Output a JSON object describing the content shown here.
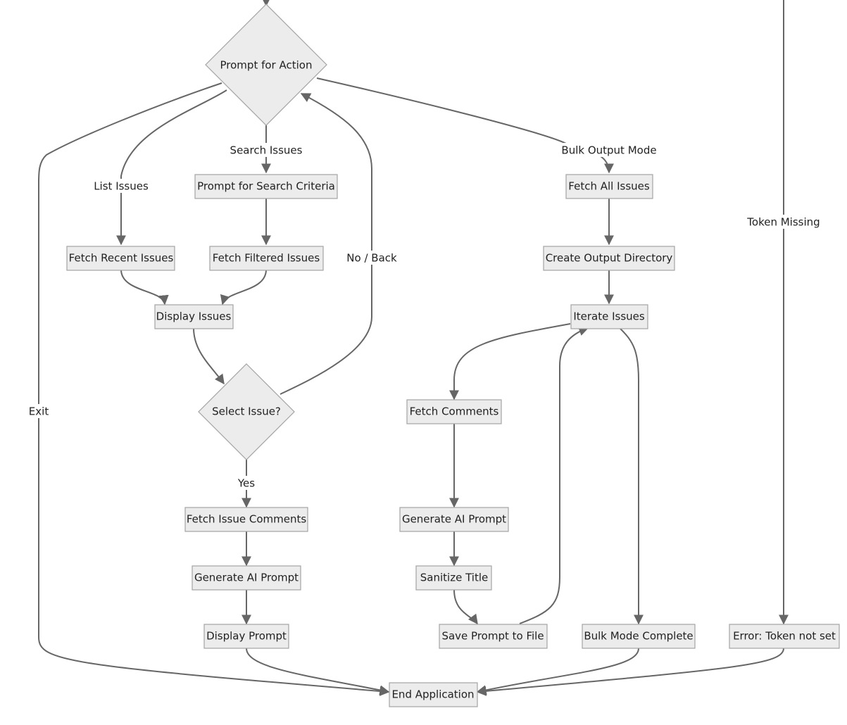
{
  "diagram": {
    "nodes": {
      "prompt_for_action": "Prompt for Action",
      "prompt_search_criteria": "Prompt for Search Criteria",
      "fetch_recent_issues": "Fetch Recent Issues",
      "fetch_filtered_issues": "Fetch Filtered Issues",
      "display_issues": "Display Issues",
      "select_issue": "Select Issue?",
      "fetch_issue_comments": "Fetch Issue Comments",
      "generate_ai_prompt_left": "Generate AI Prompt",
      "display_prompt": "Display Prompt",
      "fetch_all_issues": "Fetch All Issues",
      "create_output_directory": "Create Output Directory",
      "iterate_issues": "Iterate Issues",
      "fetch_comments": "Fetch Comments",
      "generate_ai_prompt_right": "Generate AI Prompt",
      "sanitize_title": "Sanitize Title",
      "save_prompt_to_file": "Save Prompt to File",
      "bulk_mode_complete": "Bulk Mode Complete",
      "error_token_not_set": "Error: Token not set",
      "end_application": "End Application"
    },
    "edge_labels": {
      "search_issues": "Search Issues",
      "bulk_output_mode": "Bulk Output Mode",
      "list_issues": "List Issues",
      "no_back": "No / Back",
      "token_missing": "Token Missing",
      "exit": "Exit",
      "yes": "Yes"
    }
  }
}
